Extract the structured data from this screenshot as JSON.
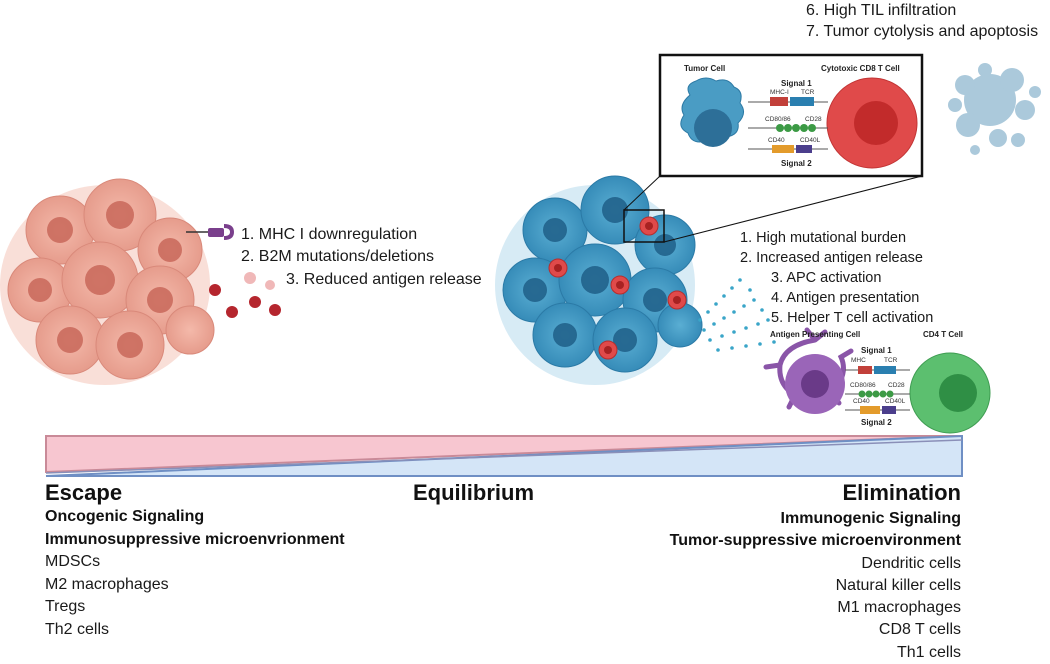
{
  "escape_mechanisms": [
    "1. MHC I downregulation",
    "2. B2M mutations/deletions",
    "3. Reduced antigen release"
  ],
  "elimination_steps_top": [
    "6. High TIL infiltration",
    "7. Tumor cytolysis and apoptosis"
  ],
  "elimination_steps": [
    "1. High mutational burden",
    "2. Increased antigen release",
    "3. APC activation",
    "4. Antigen presentation",
    "5. Helper T cell activation"
  ],
  "inset_cd8": {
    "tumor_label": "Tumor Cell",
    "tcell_label": "Cytotoxic CD8 T Cell",
    "signal1": "Signal 1",
    "signal2": "Signal 2",
    "mhc": "MHC-I",
    "tcr": "TCR",
    "cd80": "CD80/86",
    "cd28": "CD28",
    "cd40": "CD40",
    "cd40l": "CD40L"
  },
  "apc_panel": {
    "apc_label": "Antigen Presenting Cell",
    "cd4_label": "CD4 T Cell",
    "signal1": "Signal 1",
    "signal2": "Signal 2",
    "mhc": "MHC",
    "tcr": "TCR",
    "cd80": "CD80/86",
    "cd28": "CD28",
    "cd40": "CD40",
    "cd40l": "CD40L"
  },
  "phases": {
    "escape": "Escape",
    "equilibrium": "Equilibrium",
    "elimination": "Elimination"
  },
  "escape_factors": {
    "bold": [
      "Oncogenic Signaling",
      "Immunosuppressive microenvrionment"
    ],
    "items": [
      "MDSCs",
      "M2 macrophages",
      "Tregs",
      "Th2 cells"
    ]
  },
  "elimination_factors": {
    "bold": [
      "Immunogenic Signaling",
      "Tumor-suppressive microenvironment"
    ],
    "items": [
      "Dendritic cells",
      "Natural killer cells",
      "M1 macrophages",
      "CD8 T cells",
      "Th1 cells"
    ]
  },
  "colors": {
    "escape_tumor": "#e8a394",
    "elimination_tumor": "#4a9cc4",
    "antigen": "#b5262e",
    "tcell": "#e04a4a",
    "cd4_tcell": "#5cbf6f",
    "apc": "#8a55a8",
    "gradient_pink": "#f7c6d0",
    "gradient_blue": "#cfe2f6"
  }
}
